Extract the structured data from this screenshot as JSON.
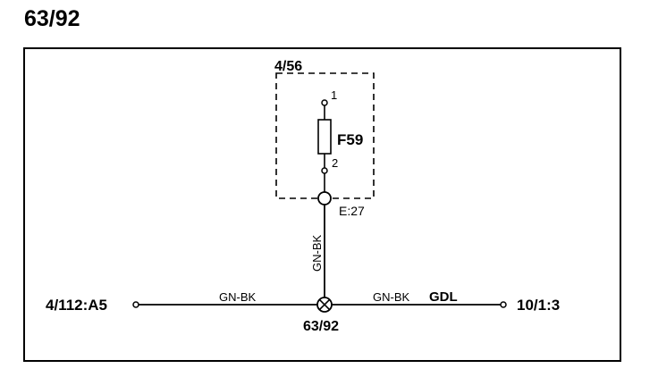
{
  "page_title": "63/92",
  "component_box": {
    "label": "4/56"
  },
  "fuse": {
    "label": "F59",
    "pin_top": "1",
    "pin_bottom": "2"
  },
  "ground_connector": {
    "label": "E:27"
  },
  "vertical_wire": {
    "color_code": "GN-BK"
  },
  "left_wire": {
    "color_code": "GN-BK"
  },
  "right_wire": {
    "color_code": "GN-BK",
    "signal": "GDL"
  },
  "splice": {
    "label": "63/92"
  },
  "left_terminal": {
    "label": "4/112:A5"
  },
  "right_terminal": {
    "label": "10/1:3"
  }
}
